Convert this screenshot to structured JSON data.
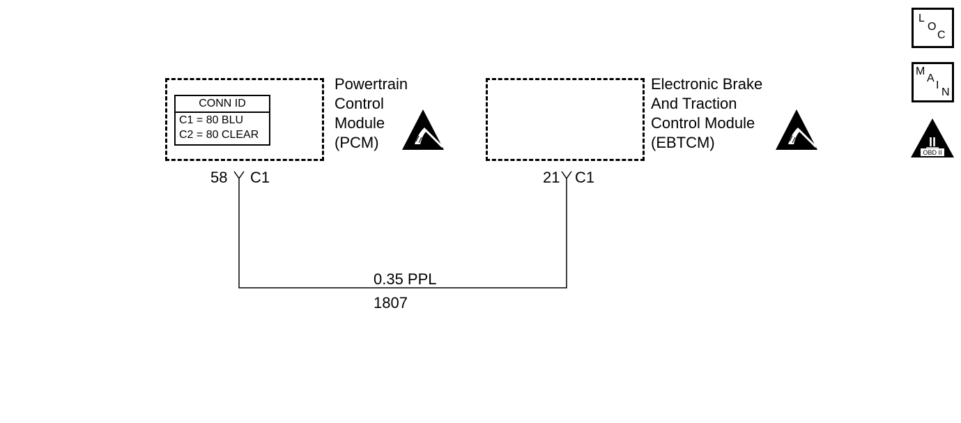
{
  "pcm": {
    "name_lines": [
      "Powertrain",
      "Control",
      "Module",
      "(PCM)"
    ],
    "conn_id": {
      "title": "CONN ID",
      "rows": [
        "C1 = 80 BLU",
        "C2 = 80 CLEAR"
      ]
    },
    "pin": "58",
    "connector": "C1"
  },
  "ebtcm": {
    "name_lines": [
      "Electronic Brake",
      "And Traction",
      "Control Module",
      "(EBTCM)"
    ],
    "pin": "21",
    "connector": "C1"
  },
  "wire": {
    "gauge_color": "0.35 PPL",
    "circuit": "1807"
  },
  "nav": {
    "loc": [
      "L",
      "O",
      "C"
    ],
    "main": [
      "M",
      "A",
      "I",
      "N"
    ],
    "obd": {
      "symbol": "II",
      "label": "OBD II"
    }
  },
  "icons": {
    "esd_warning": "esd-sensitive-icon",
    "location": "location-view-icon",
    "main": "main-menu-icon",
    "obd": "obd-ii-icon"
  }
}
